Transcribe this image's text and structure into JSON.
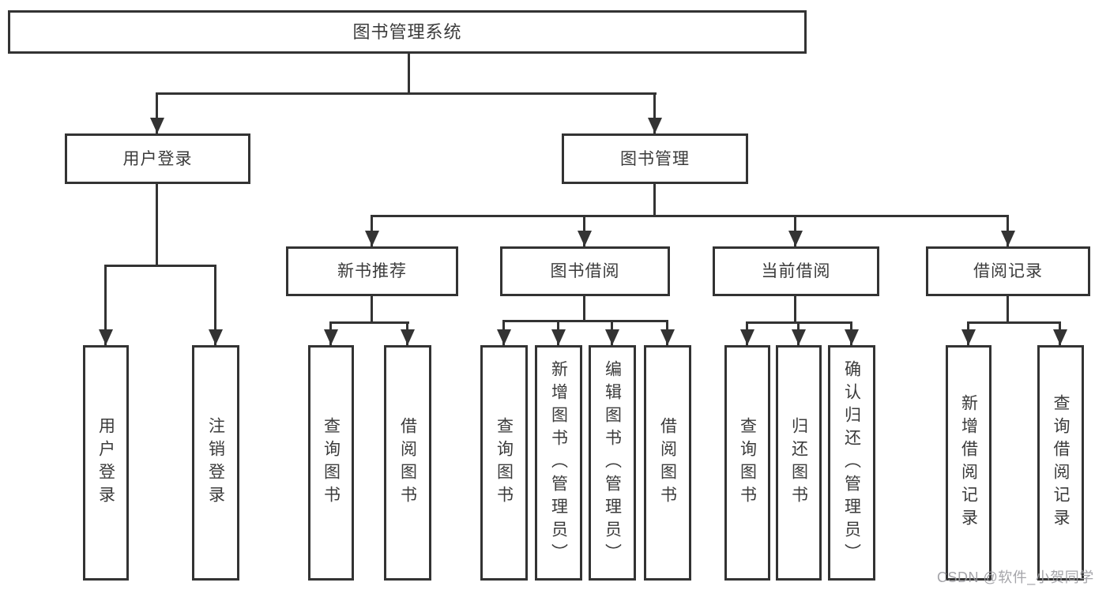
{
  "tree": {
    "root": {
      "label": "图书管理系统",
      "children": [
        {
          "label": "用户登录",
          "children": [
            {
              "label": "用户登录"
            },
            {
              "label": "注销登录"
            }
          ]
        },
        {
          "label": "图书管理",
          "children": [
            {
              "label": "新书推荐",
              "children": [
                {
                  "label": "查询图书"
                },
                {
                  "label": "借阅图书"
                }
              ]
            },
            {
              "label": "图书借阅",
              "children": [
                {
                  "label": "查询图书"
                },
                {
                  "label": "新增图书（管理员）"
                },
                {
                  "label": "编辑图书（管理员）"
                },
                {
                  "label": "借阅图书"
                }
              ]
            },
            {
              "label": "当前借阅",
              "children": [
                {
                  "label": "查询图书"
                },
                {
                  "label": "归还图书"
                },
                {
                  "label": "确认归还（管理员）"
                }
              ]
            },
            {
              "label": "借阅记录",
              "children": [
                {
                  "label": "新增借阅记录"
                },
                {
                  "label": "查询借阅记录"
                }
              ]
            }
          ]
        }
      ]
    }
  },
  "watermark": {
    "text": "CSDN @软件_小贺同学"
  },
  "colors": {
    "line": "#333333",
    "text": "#3b3b3b",
    "watermark": "#9b9ba0",
    "background": "#ffffff"
  }
}
